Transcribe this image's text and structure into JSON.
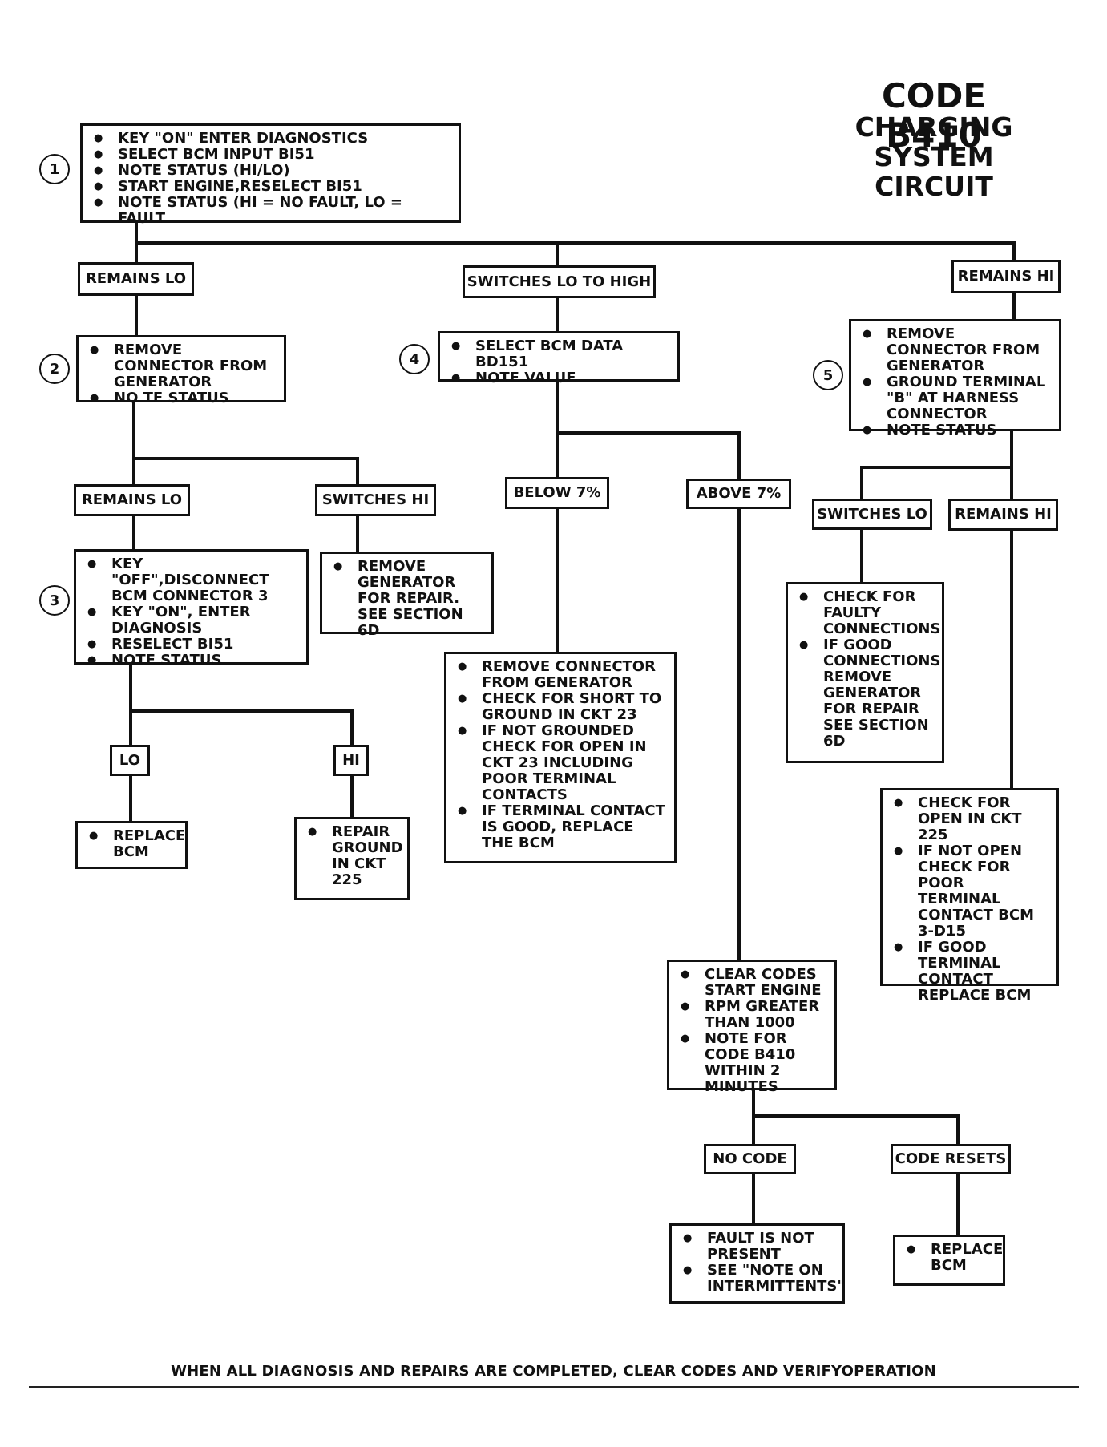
{
  "title": {
    "code": "CODE B410",
    "name_line1": "CHARGING SYSTEM",
    "name_line2": "CIRCUIT"
  },
  "steps": {
    "s1": {
      "number": "1",
      "items": [
        "KEY \"ON\" ENTER DIAGNOSTICS",
        "SELECT BCM INPUT BI51",
        "NOTE STATUS (HI/LO)",
        "START ENGINE,RESELECT BI51",
        "NOTE STATUS (HI = NO FAULT, LO = FAULT"
      ]
    },
    "s2": {
      "number": "2",
      "items": [
        "REMOVE CONNECTOR FROM GENERATOR",
        "NO TE STATUS"
      ]
    },
    "s3": {
      "number": "3",
      "items": [
        "KEY \"OFF\",DISCONNECT BCM CONNECTOR 3",
        "KEY \"ON\", ENTER DIAGNOSIS",
        "RESELECT BI51",
        "NOTE STATUS"
      ]
    },
    "s4": {
      "number": "4",
      "items": [
        "SELECT BCM DATA BD151",
        "NOTE VALUE"
      ]
    },
    "s5": {
      "number": "5",
      "items": [
        "REMOVE CONNECTOR FROM GENERATOR",
        "GROUND TERMINAL \"B\" AT HARNESS CONNECTOR",
        "NOTE STATUS"
      ]
    }
  },
  "labels": {
    "remains_lo_1": "REMAINS LO",
    "switches_lo_to_high": "SWITCHES LO TO HIGH",
    "remains_hi_1": "REMAINS HI",
    "remains_lo_2": "REMAINS LO",
    "switches_hi": "SWITCHES HI",
    "below_7": "BELOW 7%",
    "above_7": "ABOVE  7%",
    "switches_lo": "SWITCHES LO",
    "remains_hi_2": "REMAINS HI",
    "lo": "LO",
    "hi": "HI",
    "no_code": "NO CODE",
    "code_resets": "CODE RESETS"
  },
  "actions": {
    "remove_generator": [
      "REMOVE GENERATOR FOR REPAIR.  SEE SECTION 6D"
    ],
    "replace_bcm_1": [
      "REPLACE BCM"
    ],
    "repair_ground": [
      "REPAIR GROUND IN CKT 225"
    ],
    "check_short": [
      "REMOVE CONNECTOR FROM GENERATOR",
      "CHECK FOR SHORT TO GROUND IN CKT 23",
      "IF NOT GROUNDED CHECK FOR OPEN IN CKT 23 INCLUDING POOR TERMINAL CONTACTS",
      "IF TERMINAL CONTACT IS GOOD, REPLACE THE BCM"
    ],
    "check_faulty": [
      "CHECK FOR FAULTY CONNECTIONS",
      "IF GOOD CONNECTIONS REMOVE GENERATOR FOR REPAIR SEE SECTION 6D"
    ],
    "check_open_225": [
      "CHECK FOR OPEN IN CKT 225",
      "IF NOT OPEN CHECK FOR POOR TERMINAL CONTACT BCM 3-D15",
      "IF GOOD TERMINAL CONTACT REPLACE BCM"
    ],
    "clear_codes": [
      "CLEAR CODES START ENGINE",
      "RPM GREATER THAN 1000",
      "NOTE FOR CODE B410 WITHIN 2 MINUTES"
    ],
    "fault_not_present": [
      "FAULT IS NOT PRESENT",
      "SEE \"NOTE ON INTERMITTENTS\""
    ],
    "replace_bcm_2": [
      "REPLACE BCM"
    ]
  },
  "footer": "WHEN ALL DIAGNOSIS AND REPAIRS ARE COMPLETED, CLEAR CODES AND VERIFYOPERATION"
}
